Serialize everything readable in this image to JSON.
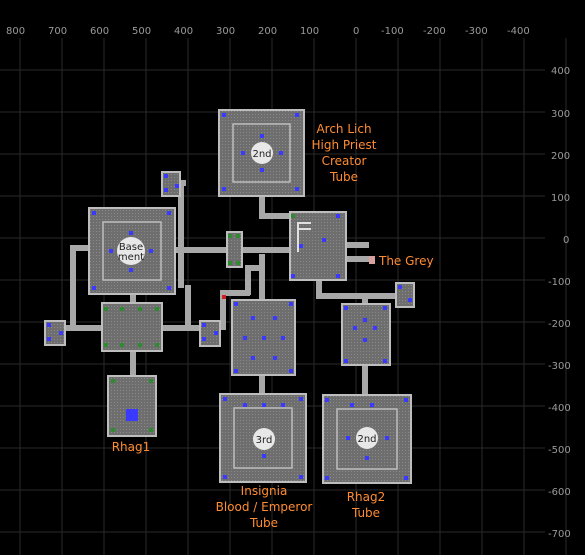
{
  "axes": {
    "x_ticks": [
      "800",
      "700",
      "600",
      "500",
      "400",
      "300",
      "200",
      "100",
      "0",
      "-100",
      "-200",
      "-300",
      "-400"
    ],
    "y_ticks": [
      "400",
      "300",
      "200",
      "100",
      "0",
      "-100",
      "-200",
      "-300",
      "-400",
      "-500",
      "-600",
      "-700"
    ]
  },
  "rooms": {
    "top_circle": "2nd",
    "basement_line1": "Base",
    "basement_line2": "ment",
    "third_circle": "3rd",
    "right_circle": "2nd"
  },
  "labels": {
    "arch_lich": [
      "Arch Lich",
      "High Priest",
      "Creator",
      "Tube"
    ],
    "the_grey": "The Grey",
    "rhag1": "Rhag1",
    "insignia": [
      "Insignia",
      "Blood / Emperor",
      "Tube"
    ],
    "rhag2": [
      "Rhag2",
      "Tube"
    ]
  },
  "colors": {
    "background": "#000000",
    "grid": "#2a2a2a",
    "room_fill": "#7a7a7a",
    "room_border": "#bdbdbd",
    "corridor": "#a8a8a8",
    "blue_marker": "#3a3aff",
    "green_marker": "#2e8b2e",
    "red_marker": "#d02020",
    "label_orange": "#ff8c33"
  }
}
